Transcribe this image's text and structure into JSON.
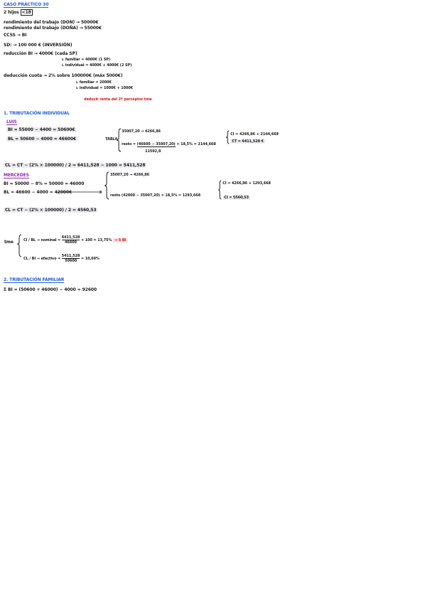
{
  "header": {
    "title": "CASO PRÁCTICO 30",
    "hijos_prefix": "2 hijos",
    "hijos_box": "<18"
  },
  "intro": {
    "rend_1": "rendimiento del trabajo (DON) → 50000€",
    "rend_2": "rendimiento del trabajo (DOÑA) → 55000€",
    "ccss": "CCSS → BI",
    "sd": "SD: → 100 000 € (INVERSIÓN)",
    "reduccion": "reducción BI → 4000€ (cada SP)",
    "red_familiar": "↳ familiar = 4000€ (1 SP)",
    "red_individual": "↳ individual = 4000€ + 4000€ (2 SP)",
    "deduccion": "deducción cuota → 2% sobre 100000€ (máx 5000€)",
    "ded_familiar": "↳ familiar = 2000€",
    "ded_individual": "↳ individual = 1000€ + 1000€",
    "note_red": "deducir renta del 2º perceptor tme"
  },
  "sec1": {
    "title": "1. TRIBUTACIÓN INDIVIDUAL",
    "luis": "LUIS",
    "luis_bi": "BI = 55000 − 4400 = 50600€",
    "luis_bl": "BL = 50600 − 4000 = 46600€",
    "tabla": "TABLA",
    "row1": "35007,20 → 4266,86",
    "row2_prefix": "resto = ",
    "frac_num": "(46600 − 35007,20)",
    "row2_suffix": " × 18,5% = 2144,668",
    "frac_den": "11592,8",
    "ci_luis": "CI = 4266,86 + 2144,668",
    "ct_luis": "CT = 6411,528 €",
    "cl_luis": "CL = CT − (2% × 100000) / 2 = 6411,528 − 1000 = 5411,528",
    "mercedes": "MERCEDES",
    "merc_bi": "BI = 50000 − 8% = 50000 = 46000",
    "merc_bl": "BL = 46600 − 4000 = 42000€",
    "m_row1": "35007,20 → 4266,86",
    "m_row2": "resto (42000 − 35007,20) × 18,5% = 1293,668",
    "ci_merc": "CI = 4266,86 + 1293,668",
    "ct_merc": "CI = 5560,53",
    "cl_merc": "CL = CT − (2% × 100000) / 2 = 4560,53"
  },
  "tme": {
    "label": "tme",
    "l1_pre": "CI / BL → nominal = ",
    "l1_num": "6411,528",
    "l1_den": "46600",
    "l1_post": " × 100 = 13,75%",
    "l1_red": "→ 5 BI",
    "l2_pre": "CL / BI → efectivo = ",
    "l2_num": "5411,528",
    "l2_den": "50600",
    "l2_post": " = 10,69%"
  },
  "sec2": {
    "title": "2. TRIBUTACIÓN FAMILIAR",
    "line": "Σ BI = (50600 + 46000) − 4000 = 92600"
  },
  "colors": {
    "blue": "#1e5fd8",
    "purple": "#8a2bb0",
    "red": "#d8141a",
    "ink": "#1a1a1a"
  }
}
